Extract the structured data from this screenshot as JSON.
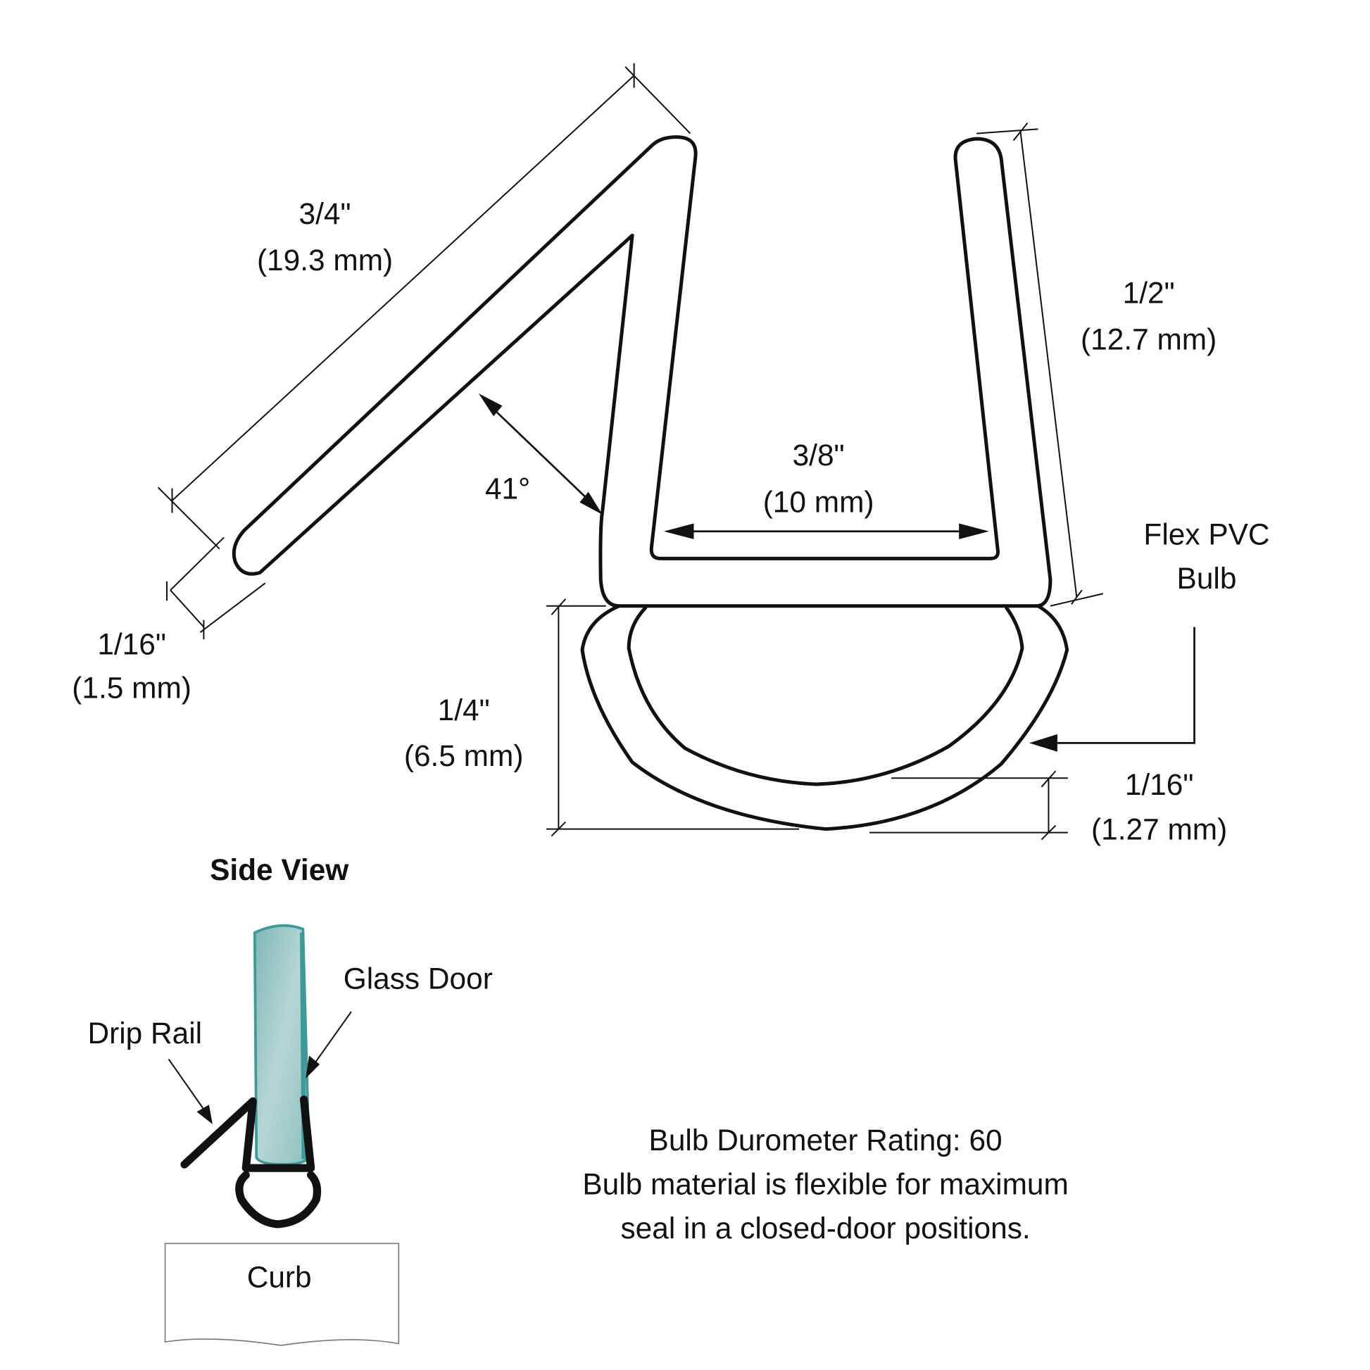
{
  "profile": {
    "dimensions": {
      "drip_rail_length": {
        "imperial": "3/4\"",
        "metric": "(19.3 mm)"
      },
      "drip_rail_thickness": {
        "imperial": "1/16\"",
        "metric": "(1.5 mm)"
      },
      "angle": "41°",
      "channel_width": {
        "imperial": "3/8\"",
        "metric": "(10 mm)"
      },
      "leg_height": {
        "imperial": "1/2\"",
        "metric": "(12.7 mm)"
      },
      "bulb_height": {
        "imperial": "1/4\"",
        "metric": "(6.5 mm)"
      },
      "bulb_wall": {
        "imperial": "1/16\"",
        "metric": "(1.27 mm)"
      }
    },
    "callout": {
      "line1": "Flex PVC",
      "line2": "Bulb"
    }
  },
  "side_view": {
    "title": "Side View",
    "labels": {
      "glass_door": "Glass Door",
      "drip_rail": "Drip Rail",
      "curb": "Curb"
    },
    "colors": {
      "glass": "#8cc4c2",
      "glass_edge": "#3e9a98"
    }
  },
  "notes": {
    "line1": "Bulb Durometer Rating: 60",
    "line2": "Bulb material is flexible for maximum",
    "line3": "seal in a closed-door positions."
  }
}
